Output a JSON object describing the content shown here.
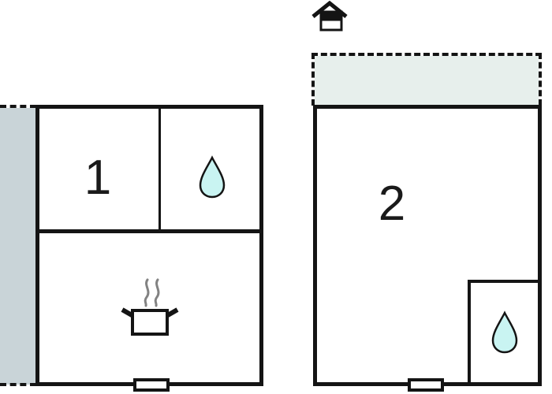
{
  "plan": {
    "units": {
      "unit1": {
        "label": "1"
      },
      "unit2": {
        "label": "2"
      }
    },
    "icons": {
      "house": "house-icon",
      "water_drop_unit1": "water-drop-icon",
      "water_drop_unit2": "water-drop-icon",
      "cooking_pot": "cooking-pot-icon",
      "door_unit1": "door-symbol",
      "door_unit2": "door-symbol"
    },
    "colors": {
      "wall": "#141414",
      "terrace_left_fill": "#c9d4d8",
      "terrace_right_fill": "#e7efec",
      "water_drop_fill": "#c9f4f2",
      "steam": "#828282",
      "background": "#ffffff"
    }
  }
}
